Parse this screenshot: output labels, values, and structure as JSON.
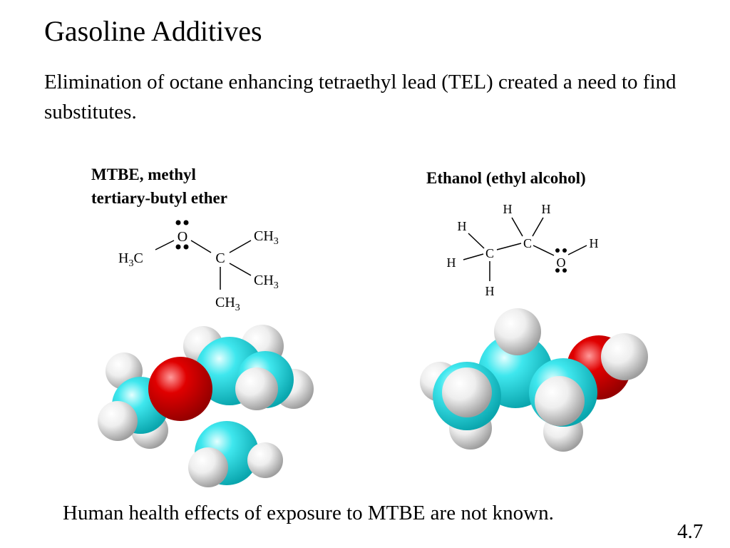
{
  "title": "Gasoline Additives",
  "intro": "Elimination of octane enhancing tetraethyl lead (TEL) created a need to find substitutes.",
  "mtbe": {
    "label_line1": "MTBE, methyl",
    "label_line2": "tertiary-butyl ether",
    "formula": {
      "O": "O",
      "C": "C",
      "H3C_H": "H",
      "H3C_sub": "3",
      "H3C_C": "C",
      "CH3_top_C": "CH",
      "CH3_top_sub": "3",
      "CH3_right_C": "CH",
      "CH3_right_sub": "3",
      "CH3_bottom_C": "CH",
      "CH3_bottom_sub": "3"
    }
  },
  "ethanol": {
    "label": "Ethanol (ethyl alcohol)",
    "formula": {
      "C1": "C",
      "C2": "C",
      "O": "O",
      "H_top1": "H",
      "H_top2": "H",
      "H_upper_left": "H",
      "H_left": "H",
      "H_bottom": "H",
      "H_OH": "H"
    }
  },
  "footer": "Human health effects of exposure to MTBE are not known.",
  "slide_number": "4.7",
  "colors": {
    "carbon": "#33e0e6",
    "oxygen": "#e60000",
    "hydrogen": "#f2f2f2",
    "text": "#000000"
  }
}
